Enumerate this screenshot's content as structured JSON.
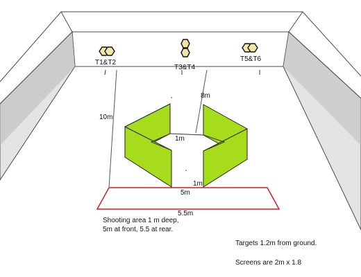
{
  "colors": {
    "wall_top": "#ffffff",
    "wall_inner_light": "#e4e4e4",
    "wall_inner_dark": "#bdbdbd",
    "wall_outline": "#4a4a4a",
    "screen_green": "#a6dc1c",
    "shooting_area": "#e01818",
    "target": "#efe6a8"
  },
  "targets": [
    {
      "label": "T1&T2",
      "icon": "pair-of-hexagonal-targets-side-by-side"
    },
    {
      "label": "T3&T4",
      "icon": "pair-of-hexagonal-targets-stacked"
    },
    {
      "label": "T5&T6",
      "icon": "pair-of-hexagonal-targets-side-by-side"
    }
  ],
  "dimensions": {
    "left_distance": "10m",
    "right_distance": "8m",
    "inner_gap": "1m",
    "front_gap": "1m",
    "front_width": "5m",
    "rear_width": "5.5m"
  },
  "notes": {
    "shooting_area": [
      "Shooting area 1 m deep,",
      "5m at front, 5.5 at rear."
    ],
    "targets_height": "Targets 1.2m from ground.",
    "screens_size": "Screens are 2m x 1.8"
  }
}
